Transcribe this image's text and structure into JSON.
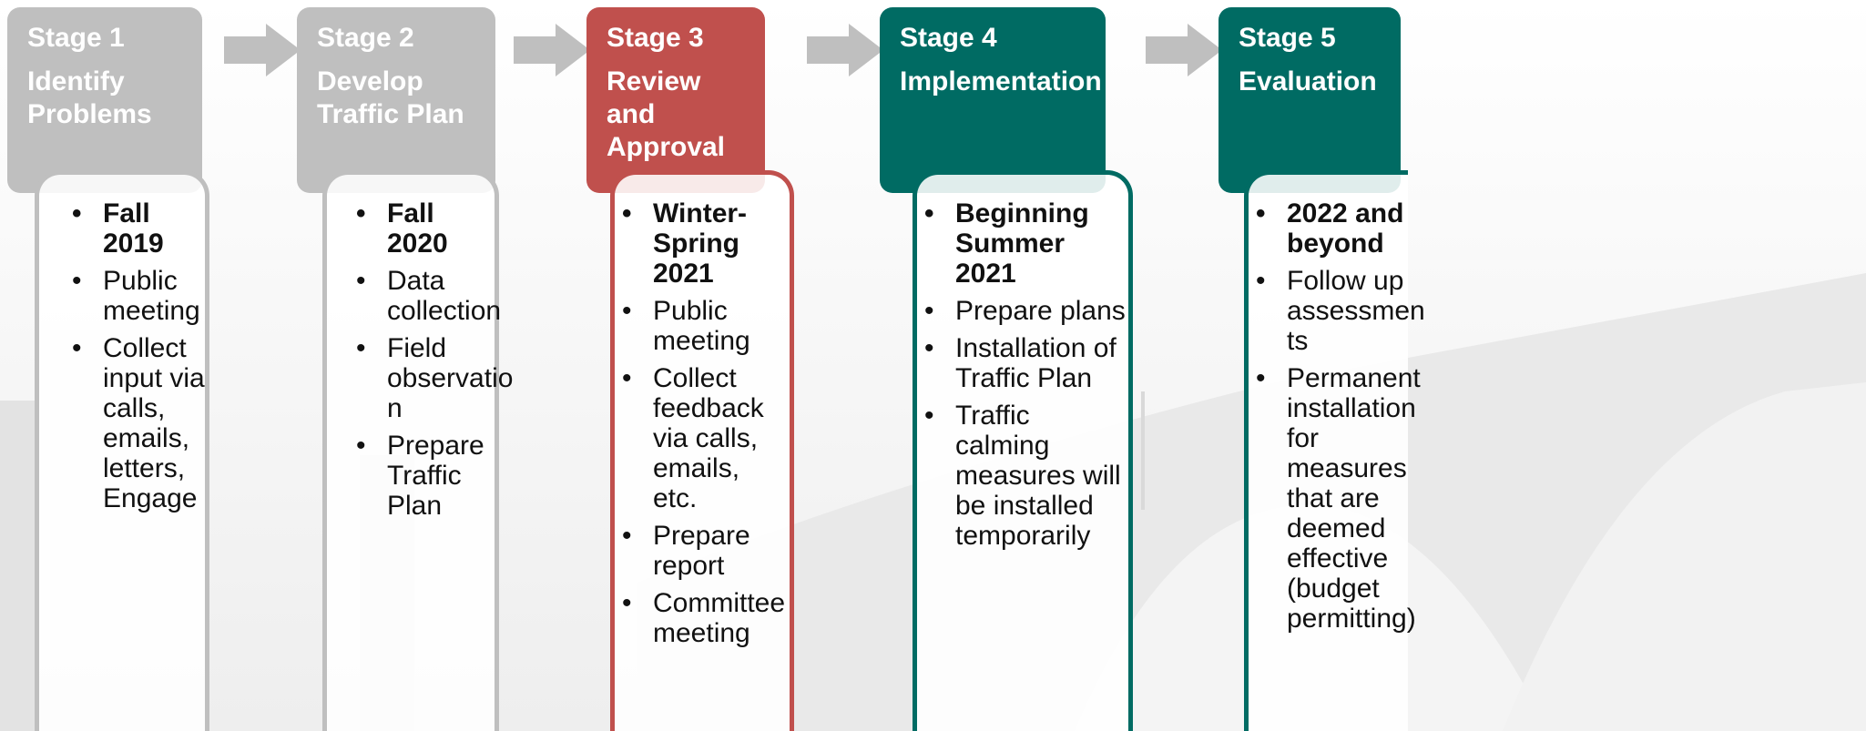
{
  "colors": {
    "grey": "#bfbfbf",
    "red": "#c0504d",
    "teal": "#006b63",
    "arrow": "#bfbfbf"
  },
  "stages": [
    {
      "number": "Stage 1",
      "title": "Identify\nProblems",
      "items": [
        {
          "text": "Fall 2019",
          "bold": true
        },
        {
          "text": "Public\nmeeting",
          "bold": false
        },
        {
          "text": "Collect\ninput via\ncalls,\nemails,\nletters,\nEngage",
          "bold": false
        }
      ]
    },
    {
      "number": "Stage 2",
      "title": "Develop\nTraffic Plan",
      "items": [
        {
          "text": "Fall 2020",
          "bold": true
        },
        {
          "text": "Data\ncollection",
          "bold": false
        },
        {
          "text": "Field\nobservatio\nn",
          "bold": false
        },
        {
          "text": "Prepare\nTraffic\nPlan",
          "bold": false
        }
      ]
    },
    {
      "number": "Stage 3",
      "title": "Review and\nApproval",
      "items": [
        {
          "text": "Winter-\nSpring\n2021",
          "bold": true
        },
        {
          "text": "Public\nmeeting",
          "bold": false
        },
        {
          "text": "Collect\nfeedback\nvia calls,\nemails, etc.",
          "bold": false
        },
        {
          "text": "Prepare\nreport",
          "bold": false
        },
        {
          "text": "Committee\nmeeting",
          "bold": false
        }
      ]
    },
    {
      "number": "Stage 4",
      "title": "Implementation",
      "items": [
        {
          "text": "Beginning\nSummer 2021",
          "bold": true
        },
        {
          "text": "Prepare plans",
          "bold": false
        },
        {
          "text": "Installation of\nTraffic Plan",
          "bold": false
        },
        {
          "text": "Traffic calming\nmeasures will\nbe installed\ntemporarily",
          "bold": false
        }
      ]
    },
    {
      "number": "Stage 5",
      "title": "Evaluation",
      "items": [
        {
          "text": "2022 and\nbeyond",
          "bold": true
        },
        {
          "text": "Follow up\nassessmen\nts",
          "bold": false
        },
        {
          "text": "Permanent\ninstallation\nfor\nmeasures\nthat are\ndeemed\neffective\n(budget\npermitting)",
          "bold": false
        }
      ]
    }
  ]
}
